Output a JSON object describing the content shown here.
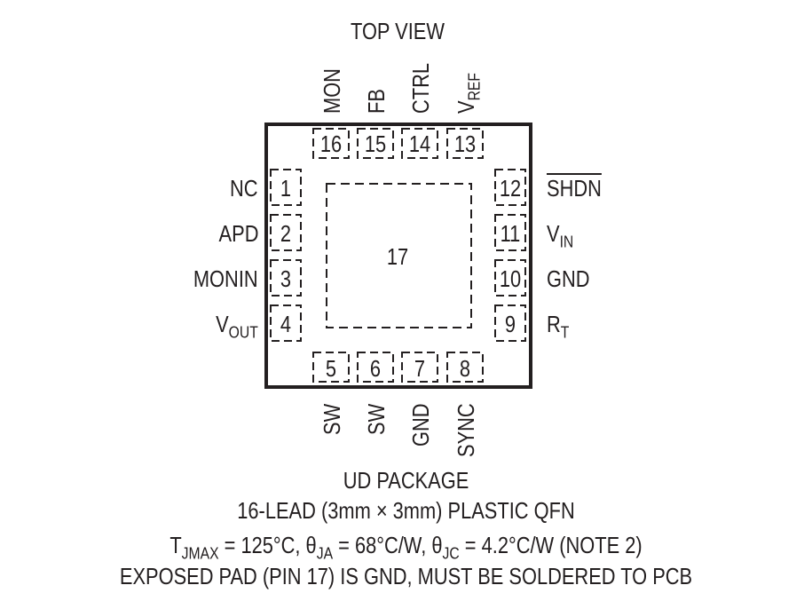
{
  "title": "TOP VIEW",
  "exposed_pad_number": "17",
  "top_pins": [
    {
      "num": "16",
      "name": "MON"
    },
    {
      "num": "15",
      "name": "FB"
    },
    {
      "num": "14",
      "name": "CTRL"
    },
    {
      "num": "13",
      "name_main": "V",
      "name_sub": "REF"
    }
  ],
  "left_pins": [
    {
      "num": "1",
      "name": "NC"
    },
    {
      "num": "2",
      "name": "APD"
    },
    {
      "num": "3",
      "name": "MONIN"
    },
    {
      "num": "4",
      "name_main": "V",
      "name_sub": "OUT"
    }
  ],
  "right_pins": [
    {
      "num": "12",
      "name": "SHDN",
      "overbar": true
    },
    {
      "num": "11",
      "name_main": "V",
      "name_sub": "IN"
    },
    {
      "num": "10",
      "name": "GND"
    },
    {
      "num": "9",
      "name_main": "R",
      "name_sub": "T"
    }
  ],
  "bottom_pins": [
    {
      "num": "5",
      "name": "SW"
    },
    {
      "num": "6",
      "name": "SW"
    },
    {
      "num": "7",
      "name": "GND"
    },
    {
      "num": "8",
      "name": "SYNC"
    }
  ],
  "package_name": "UD PACKAGE",
  "package_desc": "16-LEAD (3mm × 3mm) PLASTIC QFN",
  "thermal": {
    "t_main": "T",
    "t_sub": "JMAX",
    "t_val": " = 125°C, ",
    "ja_main": "θ",
    "ja_sub": "JA",
    "ja_val": " = 68°C/W, ",
    "jc_main": "θ",
    "jc_sub": "JC",
    "jc_val": " = 4.2°C/W (NOTE 2)"
  },
  "exposed_pad_note": "EXPOSED PAD (PIN 17) IS GND, MUST BE SOLDERED TO PCB"
}
